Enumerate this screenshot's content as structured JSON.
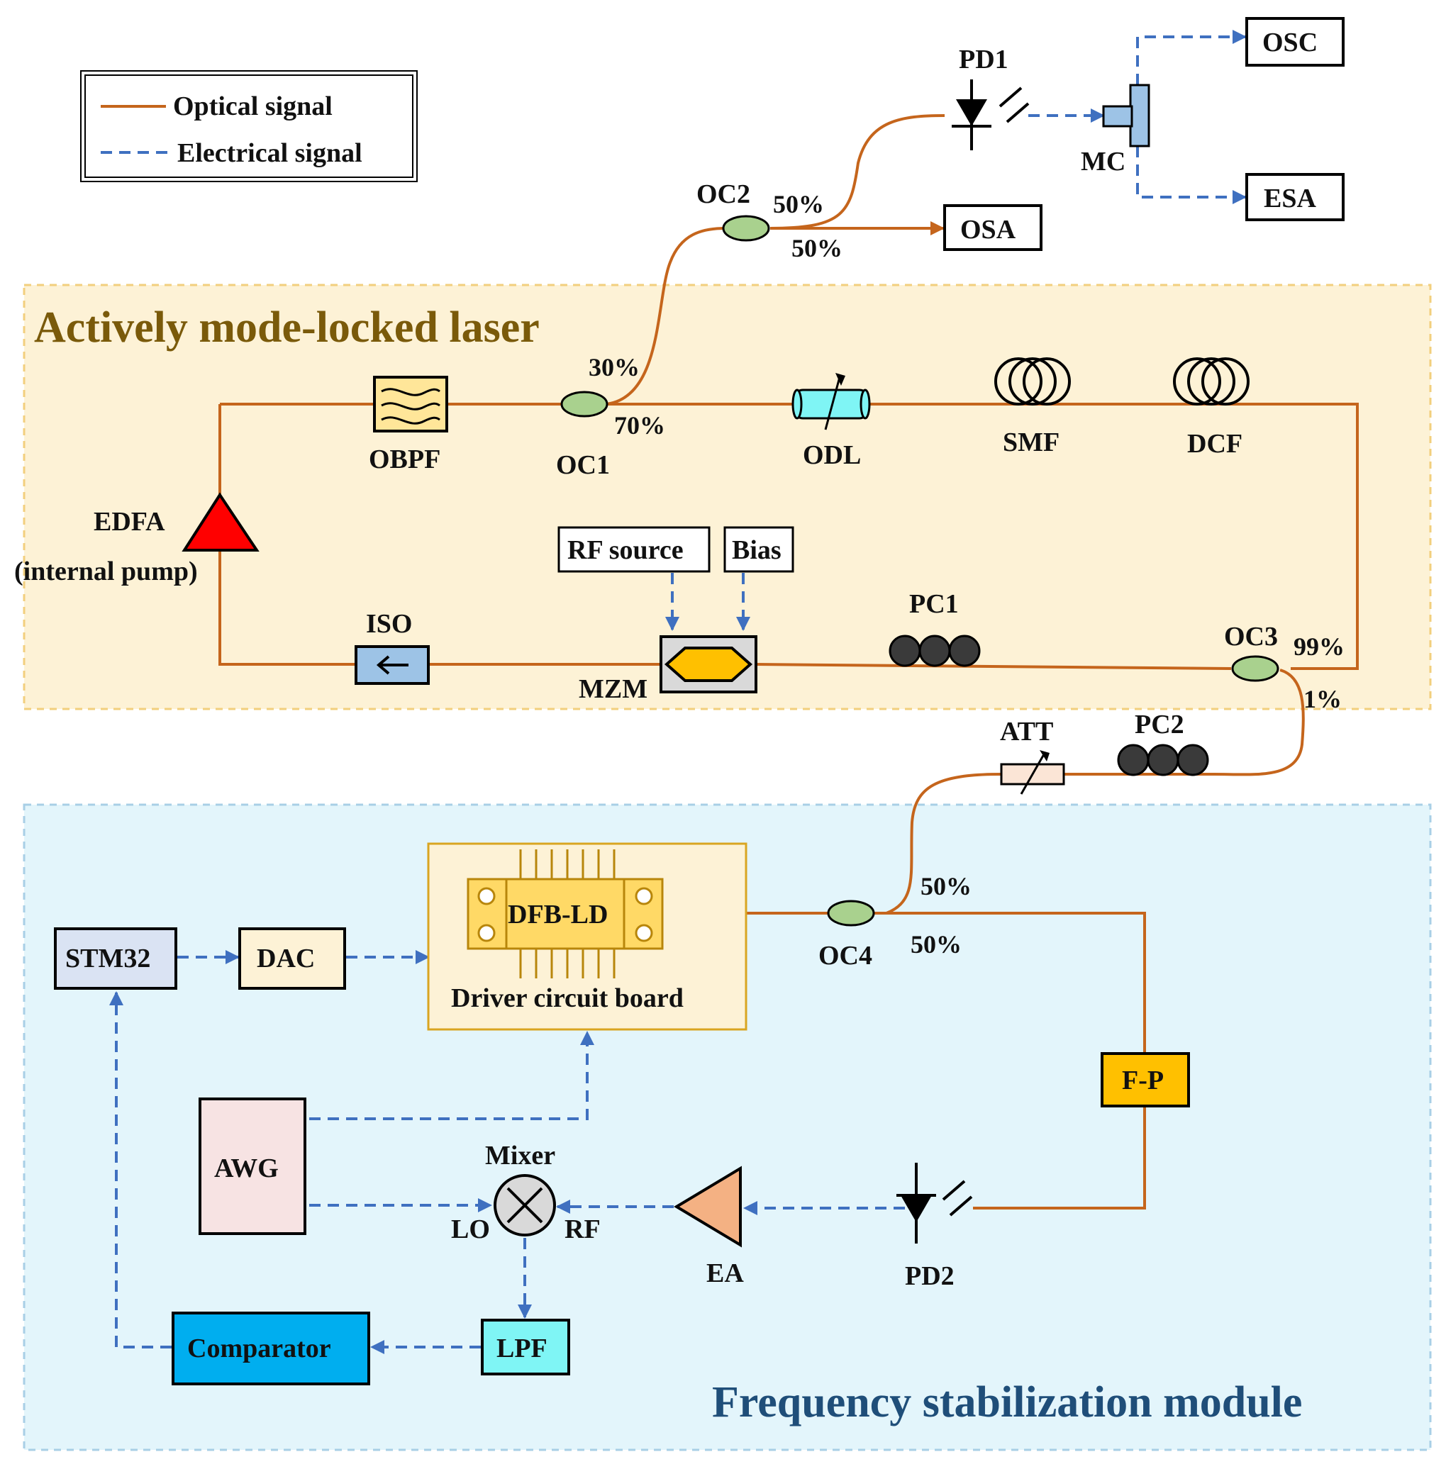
{
  "legend": {
    "optical_label": "Optical signal",
    "electrical_label": "Electrical signal"
  },
  "regions": {
    "laser_title": "Actively mode-locked laser",
    "stabilization_title": "Frequency stabilization module"
  },
  "components": {
    "pd1": "PD1",
    "osc": "OSC",
    "mc": "MC",
    "esa": "ESA",
    "oc2": "OC2",
    "osa": "OSA",
    "obpf": "OBPF",
    "oc1": "OC1",
    "odl": "ODL",
    "smf": "SMF",
    "dcf": "DCF",
    "edfa": "EDFA",
    "edfa_note": "(internal pump)",
    "rf_source": "RF source",
    "bias": "Bias",
    "iso": "ISO",
    "mzm": "MZM",
    "pc1": "PC1",
    "oc3": "OC3",
    "att": "ATT",
    "pc2": "PC2",
    "dfb_ld": "DFB-LD",
    "driver_board": "Driver circuit board",
    "oc4": "OC4",
    "stm32": "STM32",
    "dac": "DAC",
    "fp": "F-P",
    "awg": "AWG",
    "mixer": "Mixer",
    "lo": "LO",
    "rf": "RF",
    "ea": "EA",
    "pd2": "PD2",
    "lpf": "LPF",
    "comparator": "Comparator"
  },
  "ratios": {
    "oc2_upper": "50%",
    "oc2_lower": "50%",
    "oc1_tap": "30%",
    "oc1_through": "70%",
    "oc3_through": "99%",
    "oc3_tap": "1%",
    "oc4_upper": "50%",
    "oc4_lower": "50%"
  },
  "colors": {
    "optical_signal": "#c5651c",
    "electrical_signal": "#3f70c0",
    "laser_region_fill": "#fdf2d6",
    "stabilization_region_fill": "#e3f5fb",
    "edfa": "#ff0000",
    "comparator": "#00aeef",
    "fp_filter": "#ffc000",
    "lpf": "#7ff5f5"
  }
}
